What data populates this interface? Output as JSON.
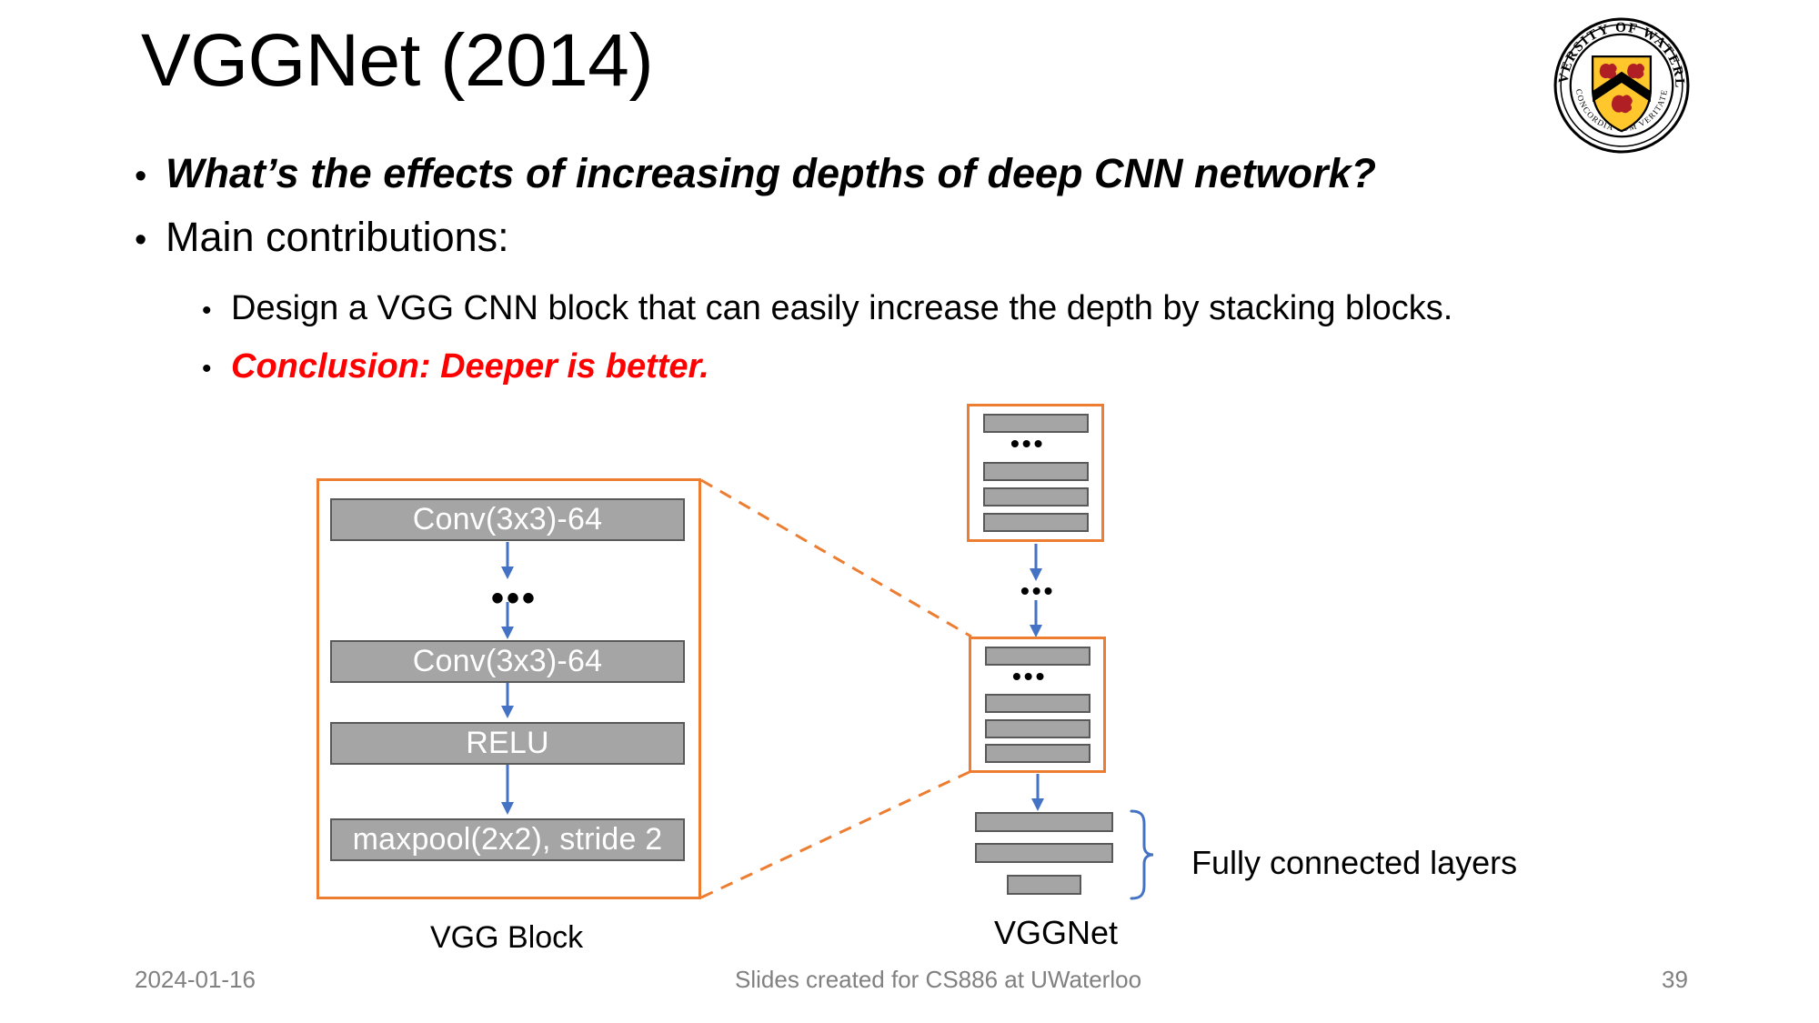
{
  "slide": {
    "title": "VGGNet (2014)",
    "bullets": [
      {
        "level": 1,
        "text": "What’s the effects of increasing depths of deep CNN network?",
        "style": "bold-italic"
      },
      {
        "level": 1,
        "text": "Main contributions:",
        "style": "normal"
      },
      {
        "level": 2,
        "text": "Design a VGG CNN block that can easily increase the depth by stacking blocks.",
        "style": "normal"
      },
      {
        "level": 2,
        "text": "Conclusion: Deeper is better.",
        "style": "bold-italic-red"
      }
    ],
    "bullet_marker": "•"
  },
  "diagram": {
    "vgg_block": {
      "caption": "VGG Block",
      "layers": [
        {
          "label": "Conv(3x3)-64"
        },
        {
          "label": "Conv(3x3)-64"
        },
        {
          "label": "RELU"
        },
        {
          "label": "maxpool(2x2), stride 2"
        }
      ],
      "ellipsis": "•••"
    },
    "vggnet": {
      "caption": "VGGNet",
      "ellipsis": "•••",
      "block_ellipsis": "•••",
      "fc_annotation": "Fully connected layers"
    },
    "colors": {
      "block_fill": "#A5A5A5",
      "block_border": "#595959",
      "frame": "#ED7D31",
      "arrow": "#4472C4",
      "brace": "#4472C4",
      "accent_red": "#FF0000"
    }
  },
  "footer": {
    "date": "2024-01-16",
    "center": "Slides created for CS886 at UWaterloo",
    "page": "39"
  },
  "logo": {
    "name": "university-of-waterloo-seal",
    "ring_top_text": "UNIVERSITY OF WATERLOO",
    "ring_bottom_text": "CONCORDIA CUM VERITATE",
    "shield_color": "#FFC72C",
    "lion_color": "#B01F24"
  }
}
